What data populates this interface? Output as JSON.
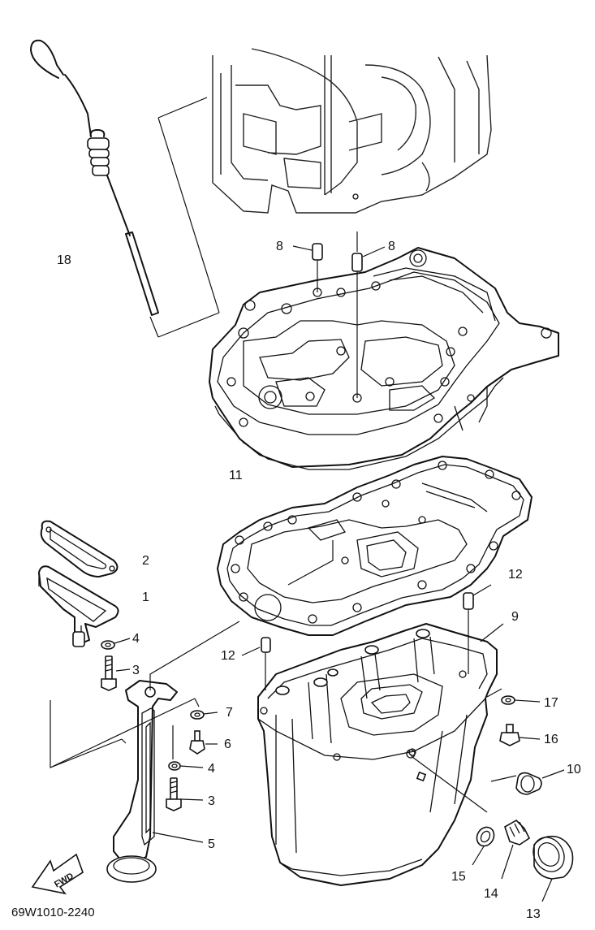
{
  "callouts": {
    "c18": "18",
    "c8a": "8",
    "c8b": "8",
    "c11": "11",
    "c2": "2",
    "c1": "1",
    "c4a": "4",
    "c3a": "3",
    "c12a": "12",
    "c12b": "12",
    "c9": "9",
    "c7": "7",
    "c6": "6",
    "c4b": "4",
    "c3b": "3",
    "c5": "5",
    "c17": "17",
    "c16": "16",
    "c10": "10",
    "c15": "15",
    "c14": "14",
    "c13": "13"
  },
  "fwd_label": "FWD",
  "diagram_code": "69W1010-2240"
}
